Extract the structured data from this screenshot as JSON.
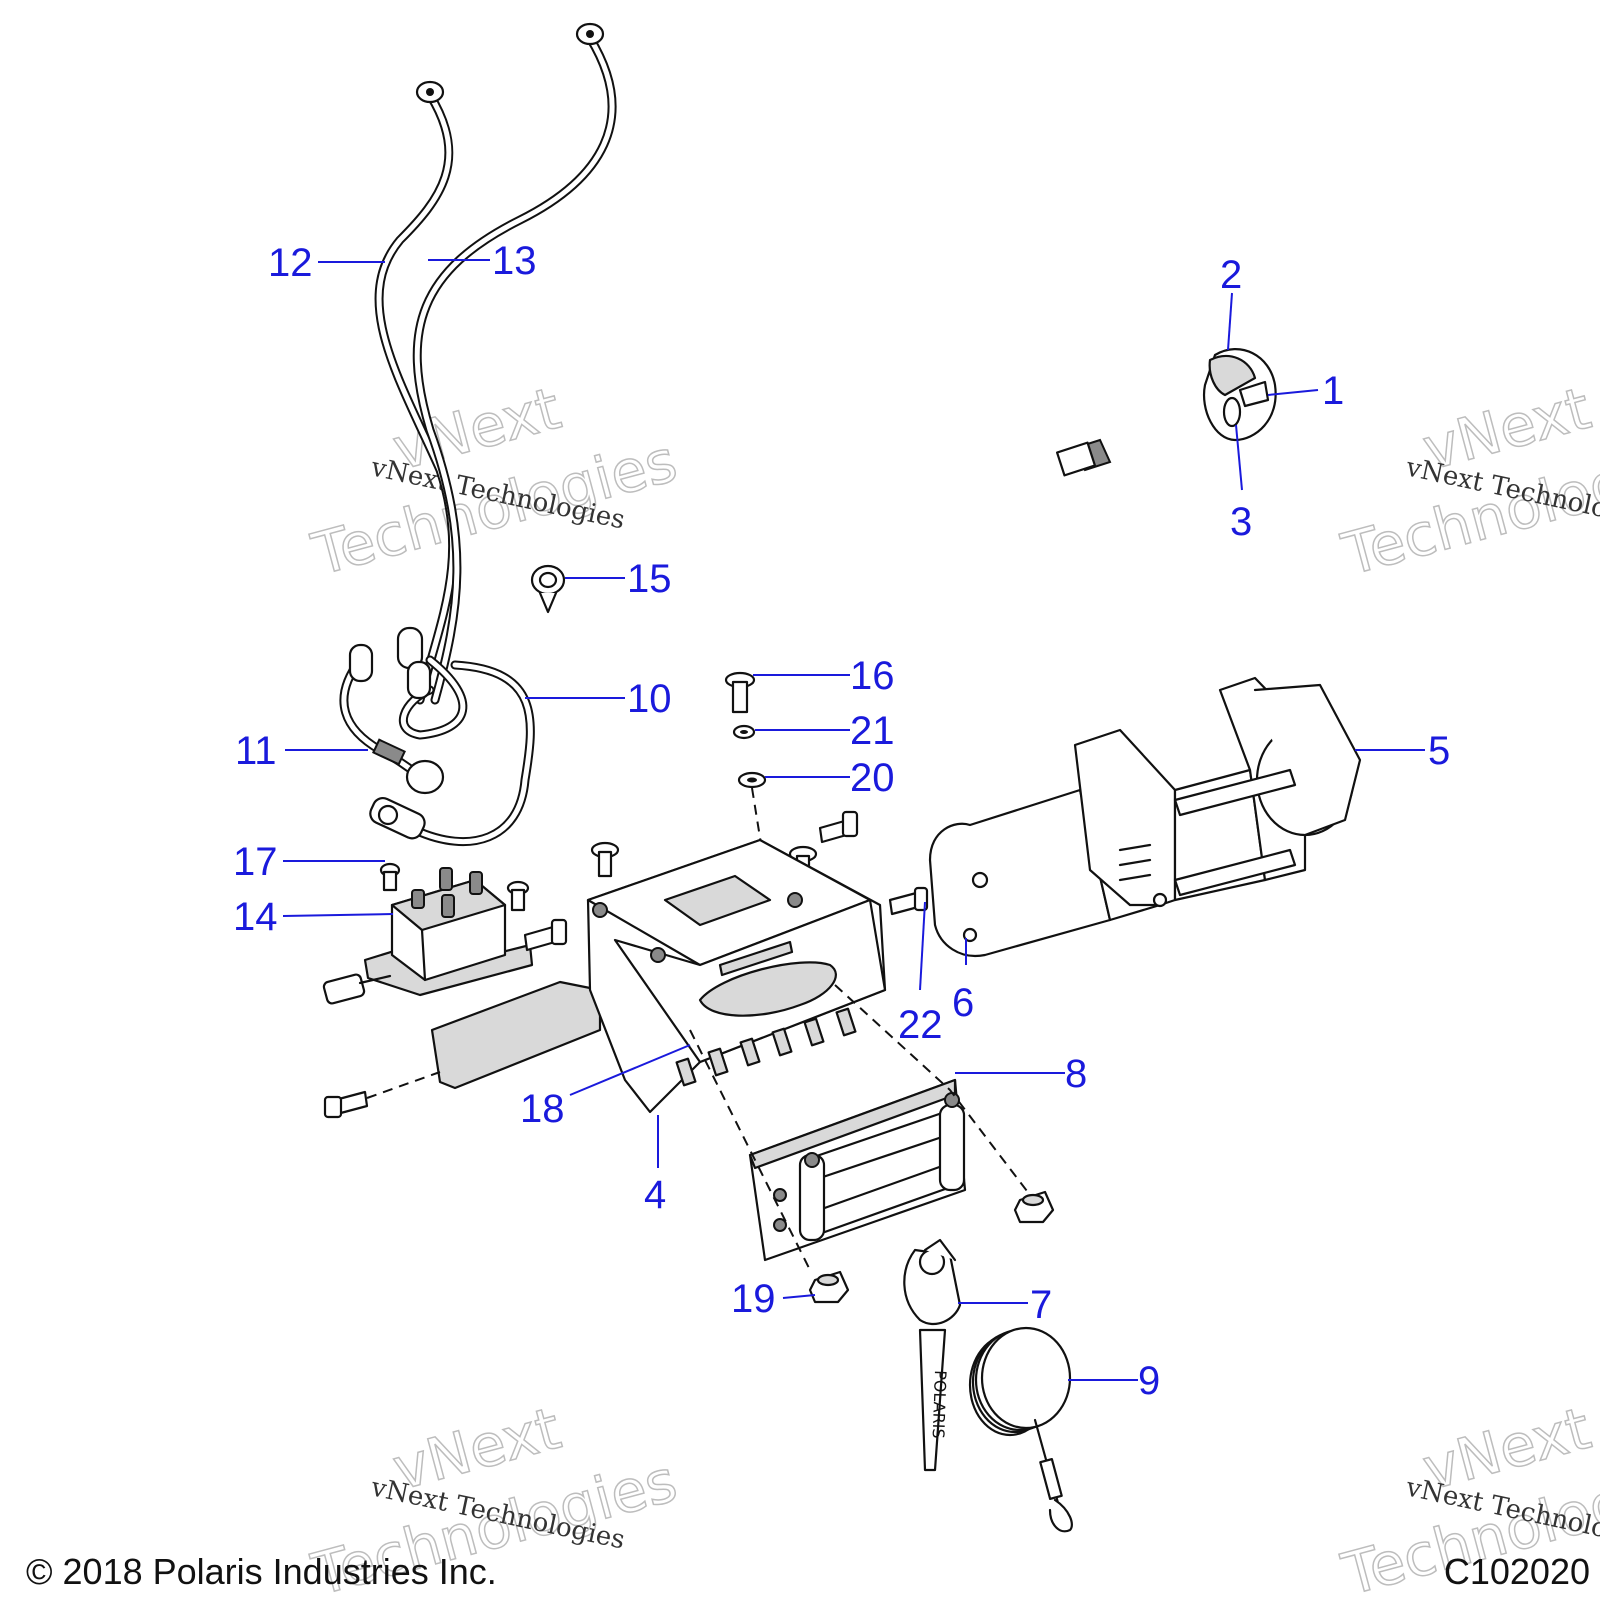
{
  "watermark": {
    "line1": "vNext",
    "line2": "Technologies",
    "full": "vNext Technologies"
  },
  "callouts": {
    "c1": "1",
    "c2": "2",
    "c3": "3",
    "c4": "4",
    "c5": "5",
    "c6": "6",
    "c7": "7",
    "c8": "8",
    "c9": "9",
    "c10": "10",
    "c11": "11",
    "c12": "12",
    "c13": "13",
    "c14": "14",
    "c15": "15",
    "c16": "16",
    "c17": "17",
    "c18": "18",
    "c19": "19",
    "c20": "20",
    "c21": "21",
    "c22": "22"
  },
  "footer": {
    "copyright": "© 2018 Polaris Industries Inc.",
    "figure_code": "C102020"
  },
  "hook_strap_text": "POLARIS",
  "colors": {
    "callout": "#1a1adc",
    "line": "#111111"
  }
}
